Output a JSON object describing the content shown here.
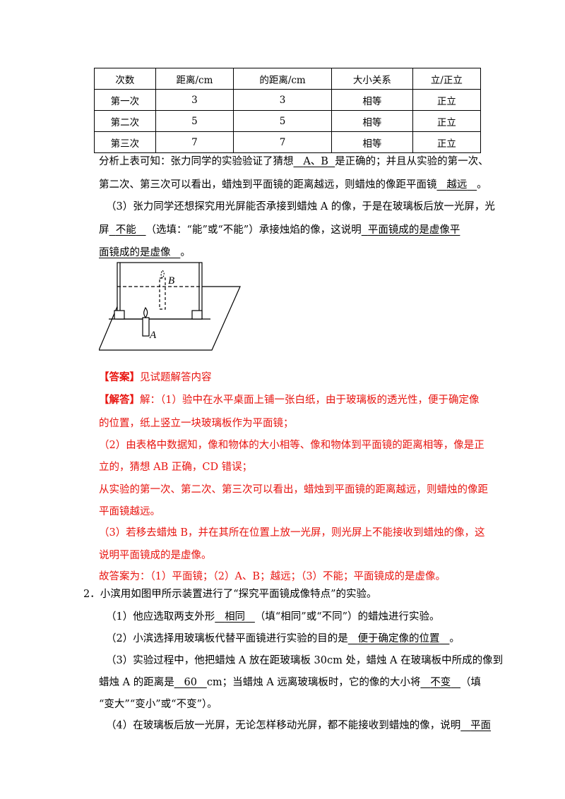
{
  "table": {
    "header": [
      "次数",
      "距离/cm",
      "的距离/cm",
      "大小关系",
      "立/正立"
    ],
    "rows": [
      [
        "第一次",
        "3",
        "3",
        "相等",
        "正立"
      ],
      [
        "第二次",
        "5",
        "5",
        "相等",
        "正立"
      ],
      [
        "第三次",
        "7",
        "7",
        "相等",
        "正立"
      ]
    ]
  },
  "analysis": {
    "l1_a": "分析上表可知：张力同学的实验验证了猜想",
    "l1_ans": "A、B",
    "l1_b": "是正确的；并且从实验的第一次、",
    "l2_a": "第二次、第三次可以看出，蜡烛到平面镜的距离越远，则蜡烛的像距平面镜",
    "l2_ans": "越远",
    "l2_b": "。"
  },
  "q3": {
    "l1": "（3）张力同学还想探究用光屏能否承接到蜡烛 A 的像，于是在玻璃板后放一光屏，光",
    "l2_a": "屏",
    "l2_ans": "不能",
    "l2_b": "（选填：“能”或“不能”）承接烛焰的像，这说明",
    "l2_ans2": "平面镜成的是虚像平",
    "l3_ans": "面镜成的是虚像",
    "l3_b": "。"
  },
  "figure": {
    "label_b": "B",
    "label_a": "A"
  },
  "answer": {
    "tag": "【答案】",
    "text": "见试题解答内容"
  },
  "solution": {
    "tag": "【解答】",
    "l1": "解：（1）验中在水平桌面上铺一张白纸，由于玻璃板的透光性，便于确定像",
    "l2": "的位置，纸上竖立一块玻璃板作为平面镜；",
    "l3": "（2）由表格中数据知，像和物体的大小相等、像和物体到平面镜的距离相等，像是正",
    "l4": "立的，猜想 AB 正确，CD 错误；",
    "l5": "从实验的第一次、第二次、第三次可以看出，蜡烛到平面镜的距离越远，则蜡烛的像距",
    "l6": "平面镜越远。",
    "l7": "（3）若移去蜡烛 B，并在其所在位置上放一光屏，则光屏上不能接收到蜡烛的像，这",
    "l8": "说明平面镜成的是虚像。",
    "l9": "故答案为：（1）平面镜；（2）A、B；越远；（3）不能；平面镜成的是虚像。"
  },
  "q2": {
    "title": "2．小滨用如图甲所示装置进行了“探究平面镜成像特点”的实验。",
    "p1_a": "（1）他应选取两支外形",
    "p1_ans": "相同",
    "p1_b": "（填“相同”或“不同”）的蜡烛进行实验。",
    "p2_a": "（2）小滨选择用玻璃板代替平面镜进行实验的目的是",
    "p2_ans": "便于确定像的位置",
    "p2_b": "。",
    "p3_l1": "（3）实验过程中，他把蜡烛 A 放在距玻璃板 30cm 处，蜡烛 A 在玻璃板中所成的像到",
    "p3_l2_a": "蜡烛 A 的距离是",
    "p3_ans1": "60",
    "p3_l2_b": "cm；当蜡烛 A 远离玻璃板时，它的像的大小将",
    "p3_ans2": "不变",
    "p3_l2_c": "（填",
    "p3_l3": "“变大”“变小”或“不变”）。",
    "p4_a": "（4）在玻璃板后放一光屏，无论怎样移动光屏，都不能接收到蜡烛的像，说明",
    "p4_ans": "平面"
  }
}
